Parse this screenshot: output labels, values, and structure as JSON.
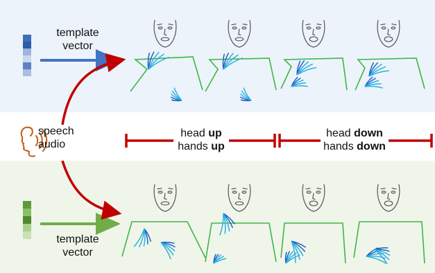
{
  "colors": {
    "top_panel_bg": "#edf3fa",
    "bottom_panel_bg": "#f0f5ea",
    "blue_arrow": "#4472c4",
    "green_arrow": "#70ad47",
    "red_arrow": "#c00000",
    "face_stroke": "#555555",
    "body_stroke": "#3cb64a",
    "hand_dark": "#1f5fc8",
    "hand_light": "#2ab0e0"
  },
  "top": {
    "template_vector": {
      "line1": "template",
      "line2": "vector"
    },
    "template_colors": [
      "#3e6fb8",
      "#2e5aa8",
      "#9db4dc",
      "#cdd8ee",
      "#5a82c4",
      "#a8bde0"
    ]
  },
  "bottom": {
    "template_vector": {
      "line1": "template",
      "line2": "vector"
    },
    "template_colors": [
      "#5e9a3a",
      "#8bbf68",
      "#4d8a2c",
      "#a9d18b",
      "#c9e2b5"
    ]
  },
  "middle": {
    "speech_audio": {
      "line1": "speech",
      "line2": "audio"
    },
    "speech_icon": "speaking-head-icon",
    "segment_up": {
      "line1_prefix": "head ",
      "line1_bold": "up",
      "line2_prefix": "hands ",
      "line2_bold": "up"
    },
    "segment_down": {
      "line1_prefix": "head ",
      "line1_bold": "down",
      "line2_prefix": "hands ",
      "line2_bold": "down"
    }
  }
}
